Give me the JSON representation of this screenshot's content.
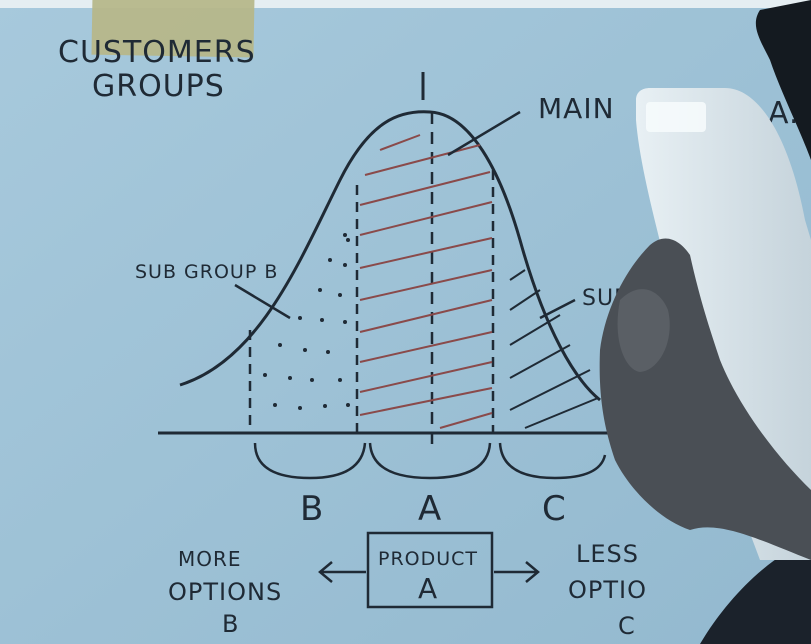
{
  "board": {
    "title_line1": "CUSTOMERS",
    "title_line2": "GROUPS",
    "label_main": "MAIN",
    "label_a": "A.",
    "label_sub_b": "SUB GROUP B",
    "label_sub_c": "SUB",
    "axis_b": "B",
    "axis_a": "A",
    "axis_c": "C",
    "more_options": [
      "MORE",
      "OPTIONS",
      "B"
    ],
    "less_options": [
      "LESS",
      "OPTIO",
      "C"
    ],
    "product_box": [
      "PRODUCT",
      "A"
    ]
  },
  "colors": {
    "paper": "#a9cce0",
    "ink": "#1f2a35",
    "red_ink": "#8a4a4a",
    "tape": "#b9b98a"
  }
}
